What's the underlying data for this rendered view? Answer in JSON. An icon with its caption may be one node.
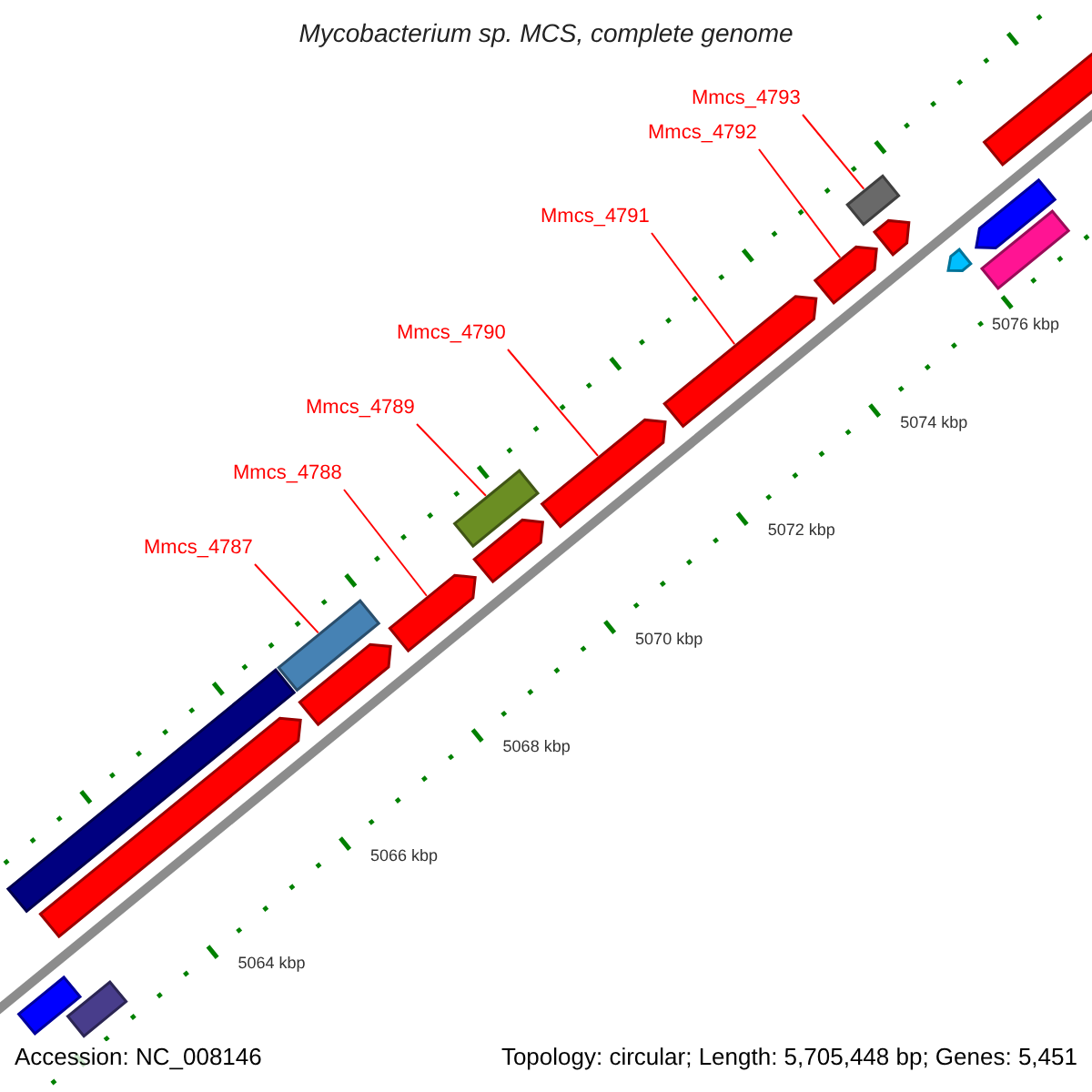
{
  "diagram": {
    "title": "Mycobacterium sp. MCS, complete genome",
    "nodes": [
      {
        "text": [
          "Mmcs_4787"
        ]
      },
      {
        "text": [
          "Mmcs_4788"
        ]
      },
      {
        "text": [
          "Mmcs_4789"
        ]
      },
      {
        "text": [
          "Mmcs_4790"
        ]
      },
      {
        "text": [
          "Mmcs_4791"
        ]
      },
      {
        "text": [
          "Mmcs_4792"
        ]
      },
      {
        "text": [
          "Mmcs_4793"
        ]
      },
      {
        "text": [],
        "shape": "bar"
      },
      {
        "text": [],
        "shape": "bar"
      },
      {
        "text": [],
        "shape": "bar"
      },
      {
        "text": [],
        "shape": "bar"
      },
      {
        "text": [],
        "shape": "bar"
      },
      {
        "text": [],
        "shape": "bar"
      },
      {
        "text": [],
        "shape": "bar"
      },
      {
        "text": [],
        "shape": "bar"
      },
      {
        "text": [],
        "shape": "bar"
      },
      {
        "text": [],
        "shape": "bar"
      },
      {
        "text": [],
        "shape": "bar"
      },
      {
        "text": [],
        "shape": "bar"
      },
      {
        "text": [],
        "shape": "bar"
      },
      {
        "text": [],
        "shape": "bar"
      },
      {
        "text": [],
        "shape": "bar"
      },
      {
        "text": [],
        "shape": "bar"
      },
      {
        "text": [],
        "shape": "bar"
      },
      {
        "text": [],
        "shape": "bar"
      }
    ],
    "edges": [
      {
        "from": 0,
        "to": 7,
        "arrow": "none"
      },
      {
        "from": 1,
        "to": 8,
        "arrow": "none"
      },
      {
        "from": 2,
        "to": 9,
        "arrow": "none"
      },
      {
        "from": 3,
        "to": 10,
        "arrow": "none"
      },
      {
        "from": 4,
        "to": 11,
        "arrow": "none"
      },
      {
        "from": 5,
        "to": 12,
        "arrow": "none"
      },
      {
        "from": 6,
        "to": 13,
        "arrow": "none"
      }
    ],
    "labels": [
      "5076 kbp",
      "5074 kbp",
      "5072 kbp",
      "5070 kbp",
      "5068 kbp",
      "5066 kbp",
      "5064 kbp",
      "Accession: NC_008146",
      "Topology: circular; Length: 5,705,448 bp; Genes: 5,451"
    ]
  }
}
